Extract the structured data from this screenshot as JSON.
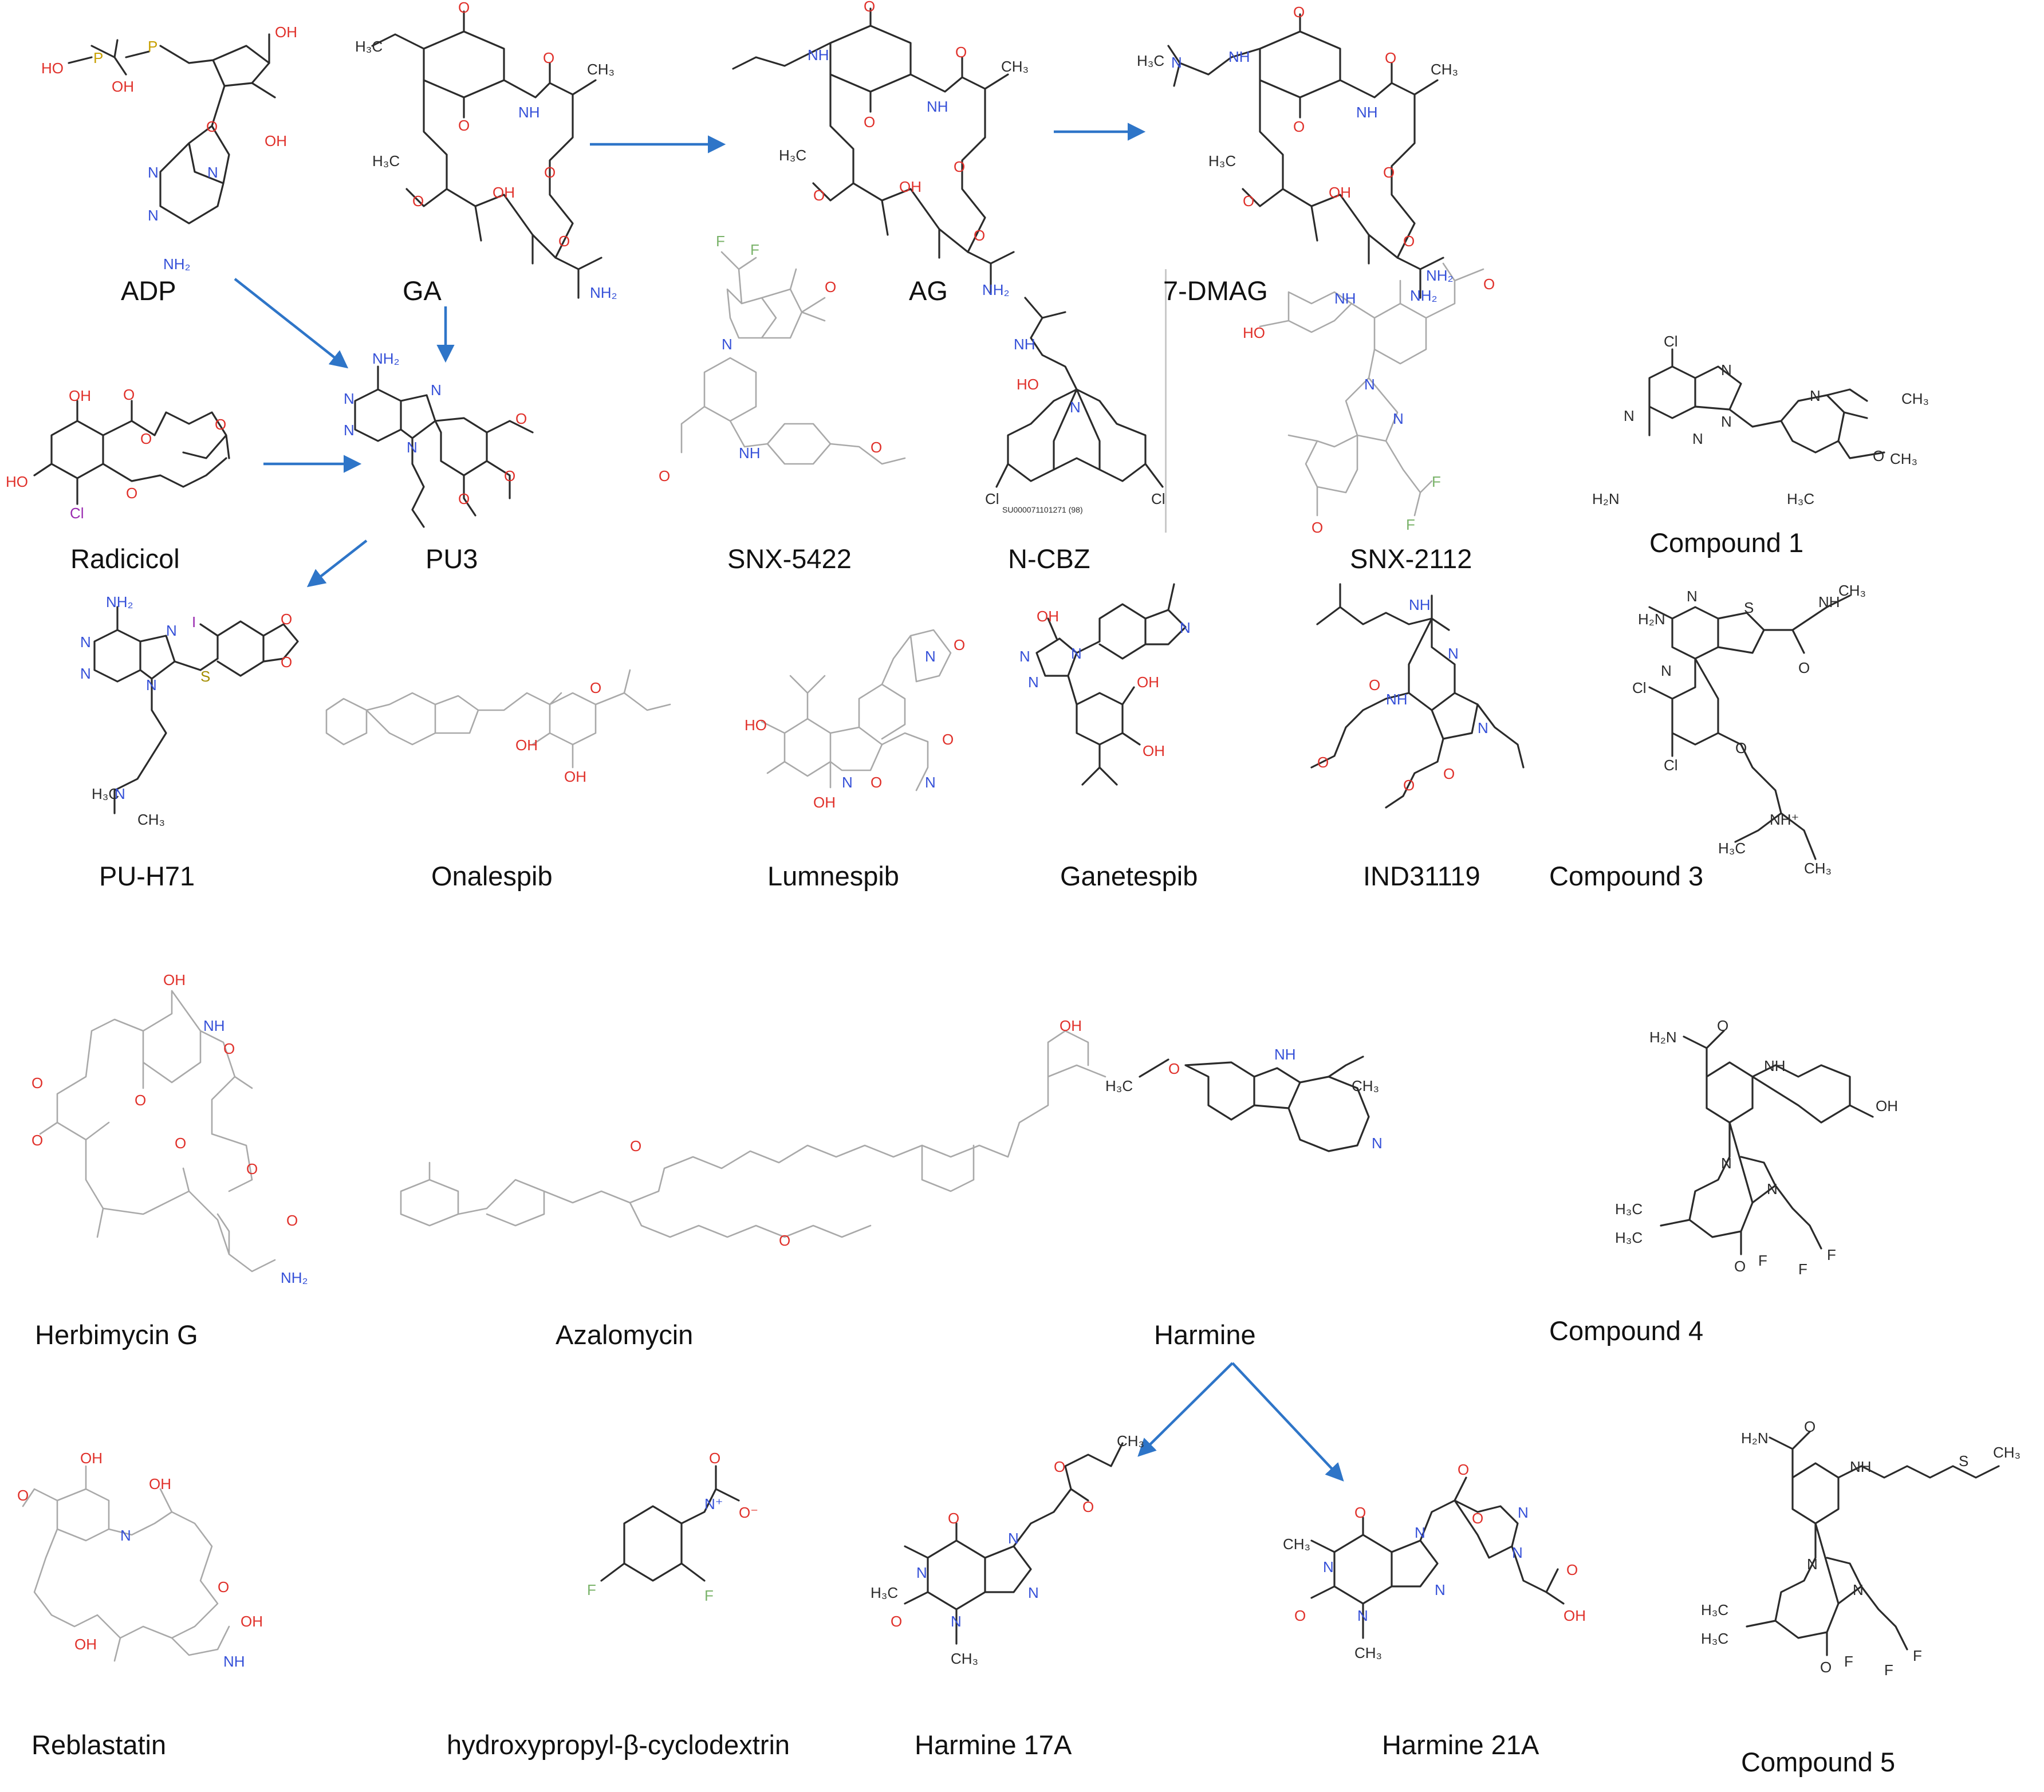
{
  "colors": {
    "arrow": "#2e75c8",
    "oxygen": "#e0302a",
    "nitrogen": "#3550d8",
    "bond": "#2b2b2b"
  },
  "labels": {
    "adp": "ADP",
    "ga": "GA",
    "aag": "AG",
    "dmag": "7-DMAG",
    "radicicol": "Radicicol",
    "pu3": "PU3",
    "snx5422": "SNX-5422",
    "ncbz": "N-CBZ",
    "snx2112": "SNX-2112",
    "compound1": "Compound 1",
    "puh71": "PU-H71",
    "onalespib": "Onalespib",
    "lumnespib": "Lumnespib",
    "ganetespib": "Ganetespib",
    "ind31119": "IND31119",
    "compound3": "Compound 3",
    "herbimycin": "Herbimycin G",
    "azalomycin": "Azalomycin",
    "harmine": "Harmine",
    "compound4": "Compound 4",
    "reblastatin": "Reblastatin",
    "hpbcd": "hydroxypropyl-β-cyclodextrin",
    "harmine17a": "Harmine 17A",
    "harmine21a": "Harmine 21A",
    "compound5": "Compound 5"
  },
  "atoms": {
    "oh": "OH",
    "ho": "HO",
    "o": "O",
    "n": "N",
    "nh": "NH",
    "nh2": "NH₂",
    "h2n": "H₂N",
    "ch3": "CH₃",
    "h3c": "H₃C",
    "cl": "Cl",
    "f": "F",
    "s": "S",
    "p": "P",
    "i": "I",
    "nplus": "NH⁺",
    "no2n": "N⁺",
    "ominus": "O⁻",
    "cbz_caption": "SU000071101271 (98)"
  }
}
